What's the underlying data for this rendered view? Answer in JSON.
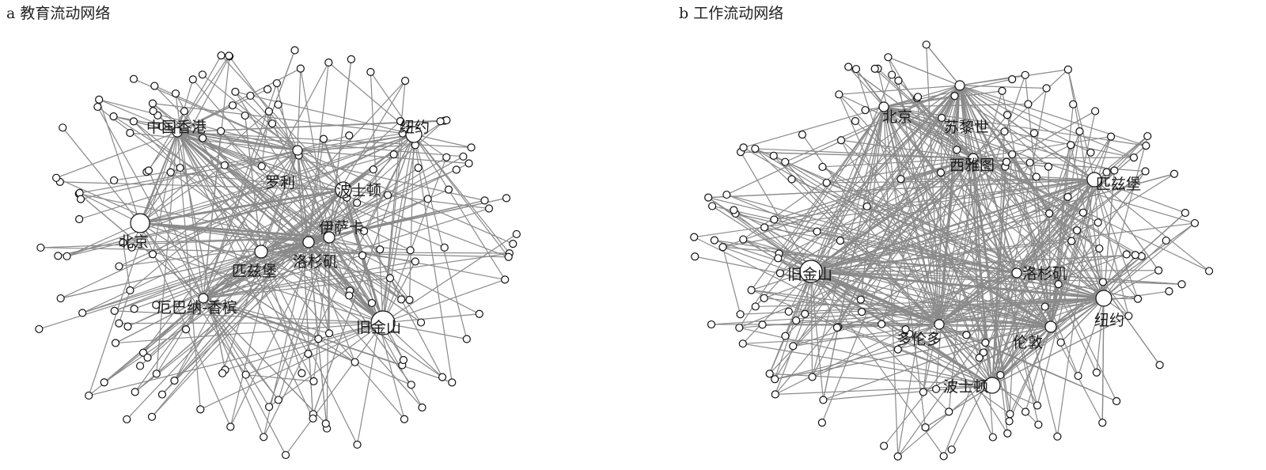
{
  "panels": [
    {
      "id": "a",
      "title": "a  教育流动网络",
      "hubs": [
        "中国香港",
        "纽约",
        "罗利",
        "波士顿",
        "北京",
        "伊萨卡",
        "洛杉矶",
        "匹兹堡",
        "厄巴纳-香槟",
        "旧金山"
      ]
    },
    {
      "id": "b",
      "title": "b  工作流动网络",
      "hubs": [
        "北京",
        "苏黎世",
        "西雅图",
        "匹兹堡",
        "旧金山",
        "洛杉矶",
        "纽约",
        "多伦多",
        "伦敦",
        "波士顿"
      ]
    }
  ],
  "colors": {
    "edge": "#8a8a8a",
    "node_fill": "#ffffff",
    "node_stroke": "#111111"
  }
}
